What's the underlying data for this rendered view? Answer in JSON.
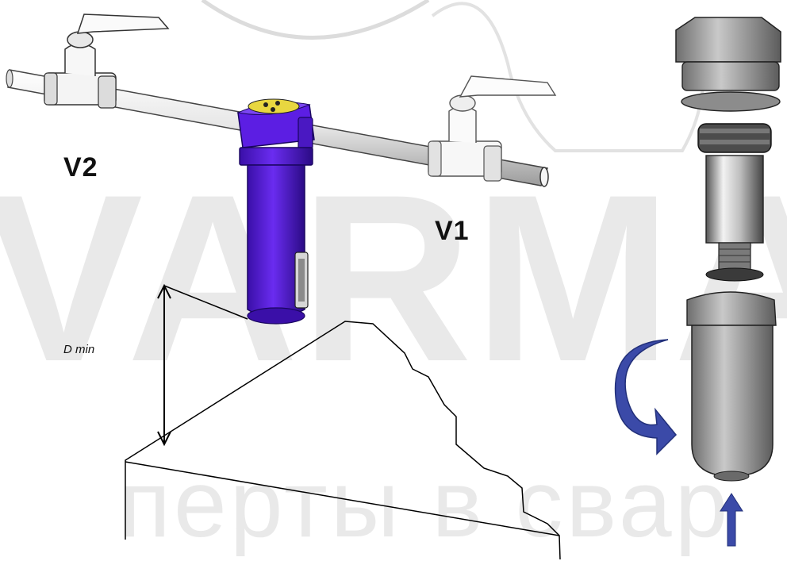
{
  "labels": {
    "valve_left": "V2",
    "valve_right": "V1",
    "min_distance": "D min"
  },
  "watermark": {
    "brand_text": "VARMA",
    "tagline_text": "перты в свар"
  },
  "colors": {
    "filter_body": "#5a1ce0",
    "filter_head": "#6b2be8",
    "pipe": "#e8e8e8",
    "cartridge_housing": "#9a9a9a",
    "rotation_arrow": "#3b4aa8",
    "watermark": "#d8d8d8"
  },
  "icons": {
    "rotation": "curved-arrow-icon",
    "direction": "up-arrow-icon"
  }
}
